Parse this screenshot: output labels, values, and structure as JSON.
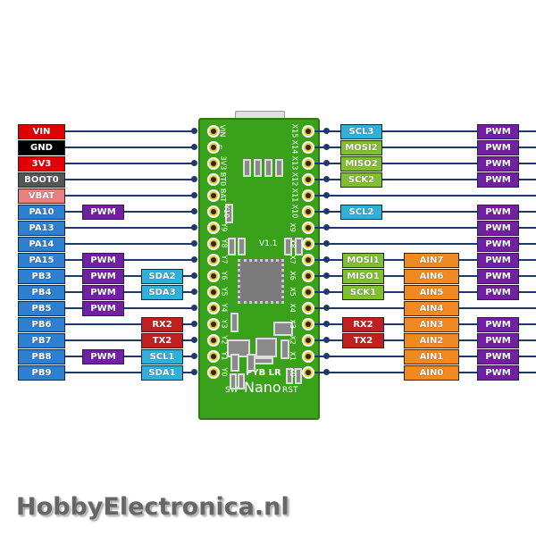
{
  "colors": {
    "power": "#e00000",
    "gnd": "#000000",
    "boot": "#555555",
    "vbat": "#e88080",
    "port": "#2f7fd0",
    "pwm": "#7020a0",
    "i2c": "#30b0d8",
    "uart": "#c02020",
    "spi": "#80c030",
    "adc": "#f08a20"
  },
  "left_rows": [
    {
      "pin": "VIN",
      "pin_type": "power",
      "silk": "VIN",
      "pwm": null,
      "func": null
    },
    {
      "pin": "GND",
      "pin_type": "gnd",
      "silk": "G",
      "pwm": null,
      "func": null
    },
    {
      "pin": "3V3",
      "pin_type": "power",
      "silk": "3V3",
      "pwm": null,
      "func": null
    },
    {
      "pin": "BOOT0",
      "pin_type": "boot",
      "silk": "BT0",
      "pwm": null,
      "func": null
    },
    {
      "pin": "VBAT",
      "pin_type": "vbat",
      "silk": "BAT",
      "pwm": null,
      "func": null
    },
    {
      "pin": "PA10",
      "pin_type": "port",
      "silk": "Y10",
      "pwm": "PWM",
      "func": null
    },
    {
      "pin": "PA13",
      "pin_type": "port",
      "silk": "Y9",
      "pwm": null,
      "func": null
    },
    {
      "pin": "PA14",
      "pin_type": "port",
      "silk": "Y8",
      "pwm": null,
      "func": null
    },
    {
      "pin": "PA15",
      "pin_type": "port",
      "silk": "Y7",
      "pwm": "PWM",
      "func": null
    },
    {
      "pin": "PB3",
      "pin_type": "port",
      "silk": "Y6",
      "pwm": "PWM",
      "func": "SDA2",
      "func_type": "i2c"
    },
    {
      "pin": "PB4",
      "pin_type": "port",
      "silk": "Y5",
      "pwm": "PWM",
      "func": "SDA3",
      "func_type": "i2c"
    },
    {
      "pin": "PB5",
      "pin_type": "port",
      "silk": "Y4",
      "pwm": "PWM",
      "func": null
    },
    {
      "pin": "PB6",
      "pin_type": "port",
      "silk": "Y3",
      "pwm": null,
      "func": "RX2",
      "func_type": "uart"
    },
    {
      "pin": "PB7",
      "pin_type": "port",
      "silk": "Y2",
      "pwm": null,
      "func": "TX2",
      "func_type": "uart"
    },
    {
      "pin": "PB8",
      "pin_type": "port",
      "silk": "Y1",
      "pwm": "PWM",
      "func": "SCL1",
      "func_type": "i2c"
    },
    {
      "pin": "PB9",
      "pin_type": "port",
      "silk": "Y0",
      "pwm": null,
      "func": "SDA1",
      "func_type": "i2c"
    }
  ],
  "right_rows": [
    {
      "silk": "X15",
      "func": "SCL3",
      "func_type": "i2c",
      "ain": null,
      "pwm": "PWM"
    },
    {
      "silk": "X14",
      "func": "MOSI2",
      "func_type": "spi",
      "ain": null,
      "pwm": "PWM"
    },
    {
      "silk": "X13",
      "func": "MISO2",
      "func_type": "spi",
      "ain": null,
      "pwm": "PWM"
    },
    {
      "silk": "X12",
      "func": "SCK2",
      "func_type": "spi",
      "ain": null,
      "pwm": "PWM"
    },
    {
      "silk": "X11",
      "func": null,
      "ain": null,
      "pwm": null
    },
    {
      "silk": "X10",
      "func": "SCL2",
      "func_type": "i2c",
      "ain": null,
      "pwm": "PWM"
    },
    {
      "silk": "X9",
      "func": null,
      "ain": null,
      "pwm": "PWM"
    },
    {
      "silk": "X8",
      "func": null,
      "ain": null,
      "pwm": "PWM"
    },
    {
      "silk": "X7",
      "func": "MOSI1",
      "func_type": "spi",
      "ain": "AIN7",
      "pwm": "PWM"
    },
    {
      "silk": "X6",
      "func": "MISO1",
      "func_type": "spi",
      "ain": "AIN6",
      "pwm": "PWM"
    },
    {
      "silk": "X5",
      "func": "SCK1",
      "func_type": "spi",
      "ain": "AIN5",
      "pwm": "PWM"
    },
    {
      "silk": "X4",
      "func": null,
      "ain": "AIN4",
      "pwm": null
    },
    {
      "silk": "X3",
      "func": "RX2",
      "func_type": "uart",
      "ain": "AIN3",
      "pwm": "PWM"
    },
    {
      "silk": "X2",
      "func": "TX2",
      "func_type": "uart",
      "ain": "AIN2",
      "pwm": "PWM"
    },
    {
      "silk": "X1",
      "func": null,
      "ain": "AIN1",
      "pwm": "PWM"
    },
    {
      "silk": "X0",
      "func": null,
      "ain": "AIN0",
      "pwm": "PWM"
    }
  ],
  "board": {
    "version": "V1.1",
    "brand_line1": "PYB LR",
    "brand_line2": "Nano",
    "sw_label": "SW",
    "rst_label": "RST"
  },
  "footer": "HobbyElectronica.nl"
}
